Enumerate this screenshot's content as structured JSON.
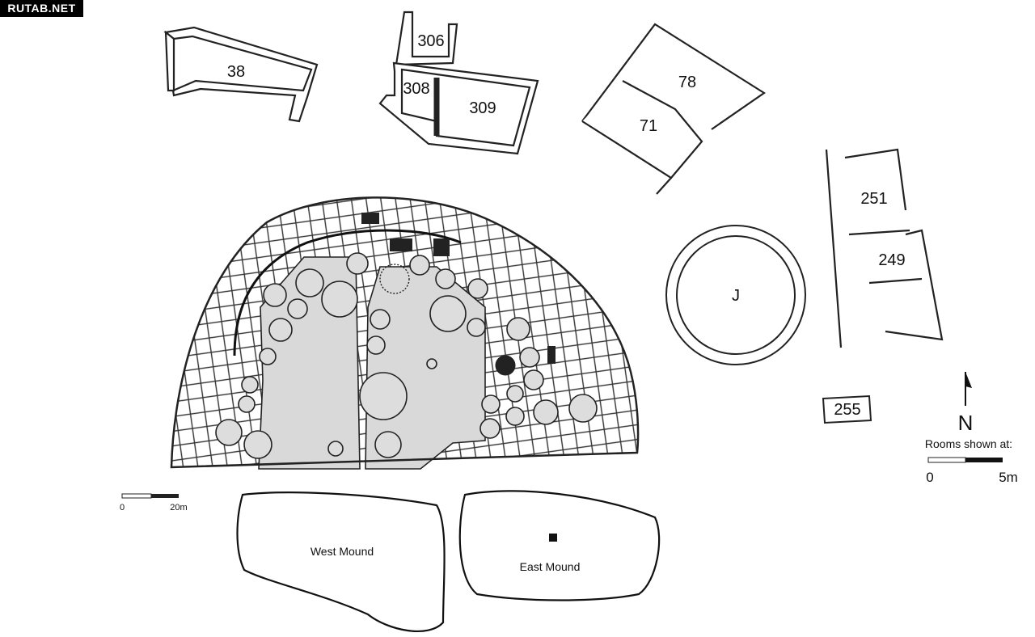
{
  "watermark": "RUTAB.NET",
  "rooms": {
    "r38": "38",
    "r306": "306",
    "r308": "308",
    "r309": "309",
    "r78": "78",
    "r71": "71",
    "r251": "251",
    "r249": "249",
    "rJ": "J",
    "r255": "255"
  },
  "north_label": "N",
  "room_scale": {
    "title": "Rooms shown at:",
    "min": "0",
    "max": "5m"
  },
  "site_scale": {
    "min": "0",
    "max": "20m"
  },
  "mounds": {
    "west": "West Mound",
    "east": "East Mound"
  }
}
